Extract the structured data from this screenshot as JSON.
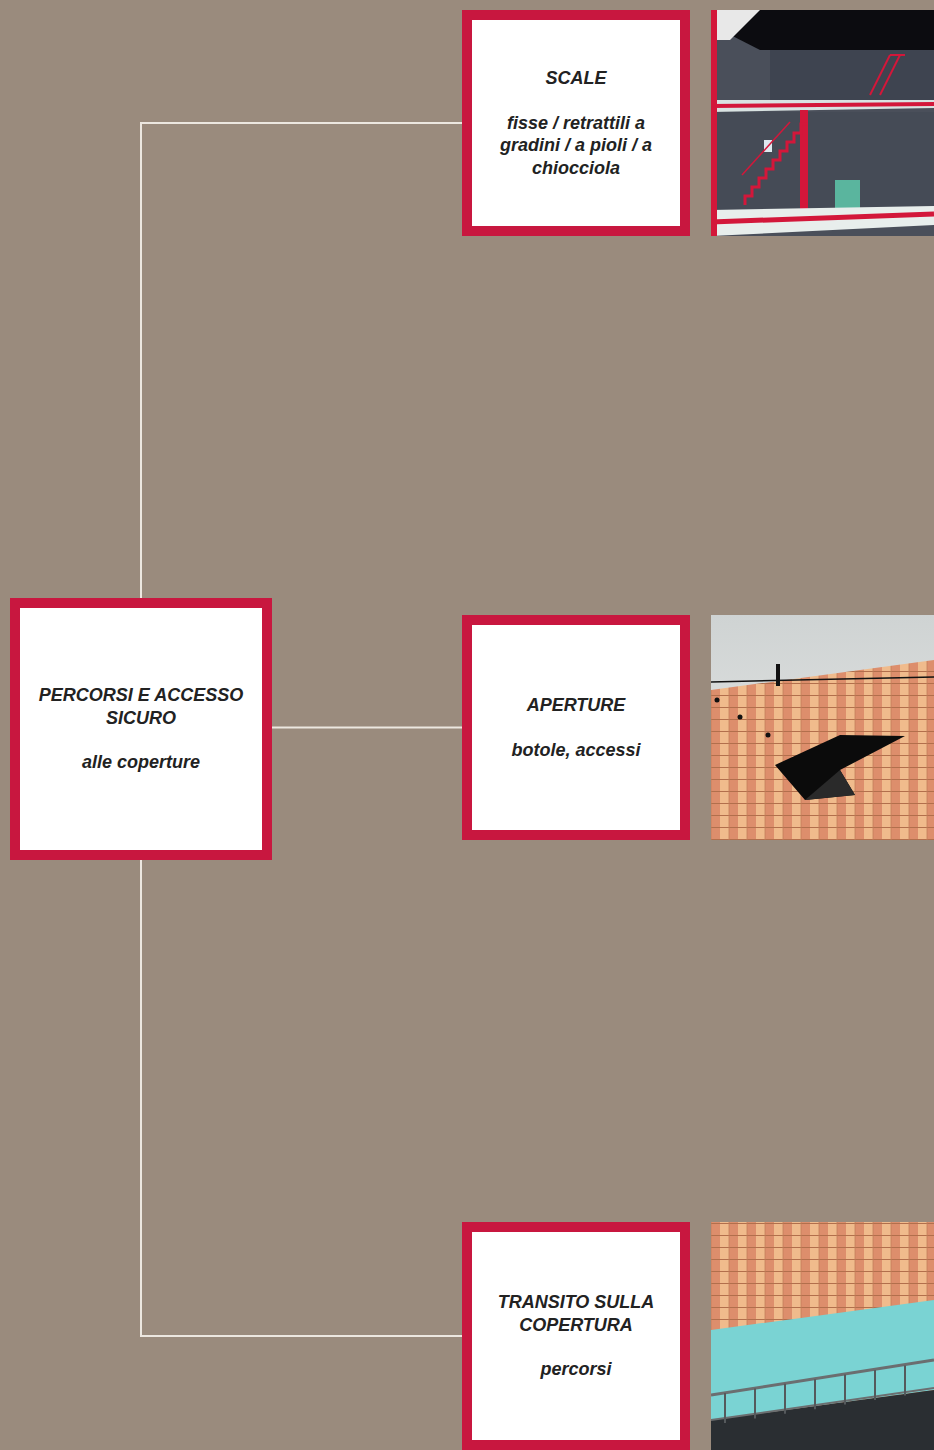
{
  "diagram": {
    "nodes": [
      {
        "text": [
          "PERCORSI E ACCESSO SICURO",
          "alle coperture"
        ]
      },
      {
        "text": [
          "SCALE",
          "fisse / retrattili a gradini / a pioli / a chiocciola"
        ]
      },
      {
        "text": [
          "APERTURE",
          "botole, accessi"
        ]
      },
      {
        "text": [
          "TRANSITO SULLA COPERTURA",
          "percorsi"
        ]
      }
    ],
    "edges": [
      {
        "from": 0,
        "to": 1,
        "arrow": "none"
      },
      {
        "from": 0,
        "to": 2,
        "arrow": "none"
      },
      {
        "from": 0,
        "to": 3,
        "arrow": "none"
      }
    ]
  }
}
